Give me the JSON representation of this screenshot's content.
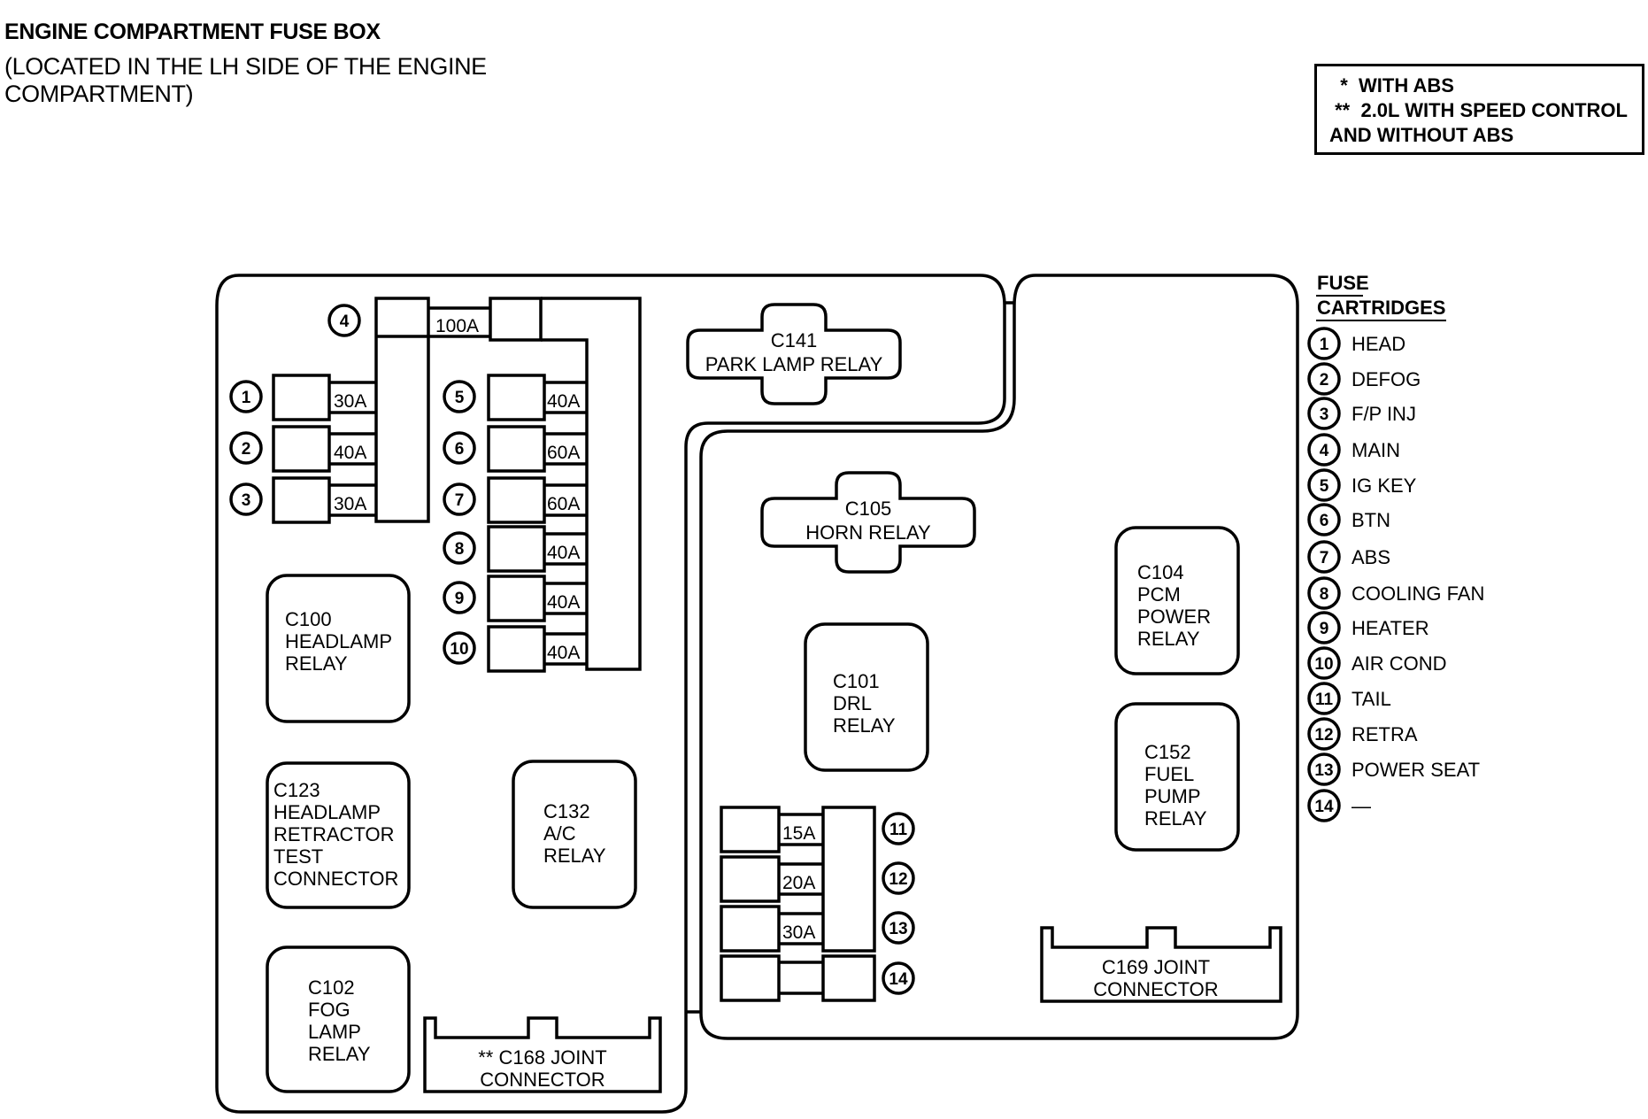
{
  "header": {
    "title": "ENGINE COMPARTMENT FUSE BOX",
    "subtitle_line1": "(LOCATED IN THE LH SIDE OF THE ENGINE",
    "subtitle_line2": "COMPARTMENT)"
  },
  "notes": [
    "  *  WITH ABS",
    " **  2.0L WITH SPEED CONTROL",
    "AND WITHOUT ABS"
  ],
  "legend": {
    "title_line1": "FUSE",
    "title_line2": "CARTRIDGES",
    "items": [
      {
        "num": "1",
        "label": "HEAD"
      },
      {
        "num": "2",
        "label": "DEFOG"
      },
      {
        "num": "3",
        "label": "F/P INJ"
      },
      {
        "num": "4",
        "label": "MAIN"
      },
      {
        "num": "5",
        "label": "IG KEY"
      },
      {
        "num": "6",
        "label": "BTN"
      },
      {
        "num": "7",
        "label": "ABS"
      },
      {
        "num": "8",
        "label": "COOLING FAN"
      },
      {
        "num": "9",
        "label": "HEATER"
      },
      {
        "num": "10",
        "label": "AIR COND"
      },
      {
        "num": "11",
        "label": "TAIL"
      },
      {
        "num": "12",
        "label": "RETRA"
      },
      {
        "num": "13",
        "label": "POWER SEAT"
      },
      {
        "num": "14",
        "label": "—"
      }
    ]
  },
  "fuses": [
    {
      "num": "1",
      "rating": "30A"
    },
    {
      "num": "2",
      "rating": "40A"
    },
    {
      "num": "3",
      "rating": "30A"
    },
    {
      "num": "4",
      "rating": "100A"
    },
    {
      "num": "5",
      "rating": "40A"
    },
    {
      "num": "6",
      "rating": "60A"
    },
    {
      "num": "7",
      "rating": "60A"
    },
    {
      "num": "8",
      "rating": "40A"
    },
    {
      "num": "9",
      "rating": "40A"
    },
    {
      "num": "10",
      "rating": "40A"
    },
    {
      "num": "11",
      "rating": "15A"
    },
    {
      "num": "12",
      "rating": "20A"
    },
    {
      "num": "13",
      "rating": "30A"
    },
    {
      "num": "14",
      "rating": ""
    }
  ],
  "relays": {
    "c141": [
      "C141",
      "PARK LAMP  RELAY"
    ],
    "c105": [
      "C105",
      "HORN  RELAY"
    ],
    "c100": [
      "C100",
      "HEADLAMP",
      "RELAY"
    ],
    "c123": [
      "C123",
      "HEADLAMP",
      "RETRACTOR",
      "TEST",
      "CONNECTOR"
    ],
    "c132": [
      "C132",
      "A/C",
      "RELAY"
    ],
    "c102": [
      "C102",
      "FOG",
      "LAMP",
      "RELAY"
    ],
    "c101": [
      "C101",
      "DRL",
      "RELAY"
    ],
    "c104": [
      "C104",
      "PCM",
      "POWER",
      "RELAY"
    ],
    "c152": [
      "C152",
      "FUEL",
      "PUMP",
      "RELAY"
    ]
  },
  "connectors": {
    "c168": [
      "** C168 JOINT",
      "CONNECTOR"
    ],
    "c169": [
      "C169 JOINT",
      "CONNECTOR"
    ]
  }
}
